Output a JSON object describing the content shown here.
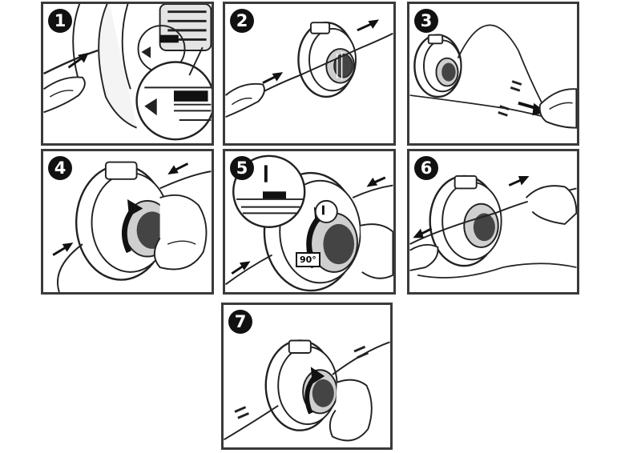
{
  "steps": [
    {
      "number": "1"
    },
    {
      "number": "2"
    },
    {
      "number": "3"
    },
    {
      "number": "4"
    },
    {
      "number": "5",
      "angle_label": "90°"
    },
    {
      "number": "6"
    },
    {
      "number": "7"
    }
  ],
  "colors": {
    "line": "#222222",
    "frame": "#3a3a3a",
    "fill": "#ffffff",
    "shade": "#d6d6d6"
  }
}
